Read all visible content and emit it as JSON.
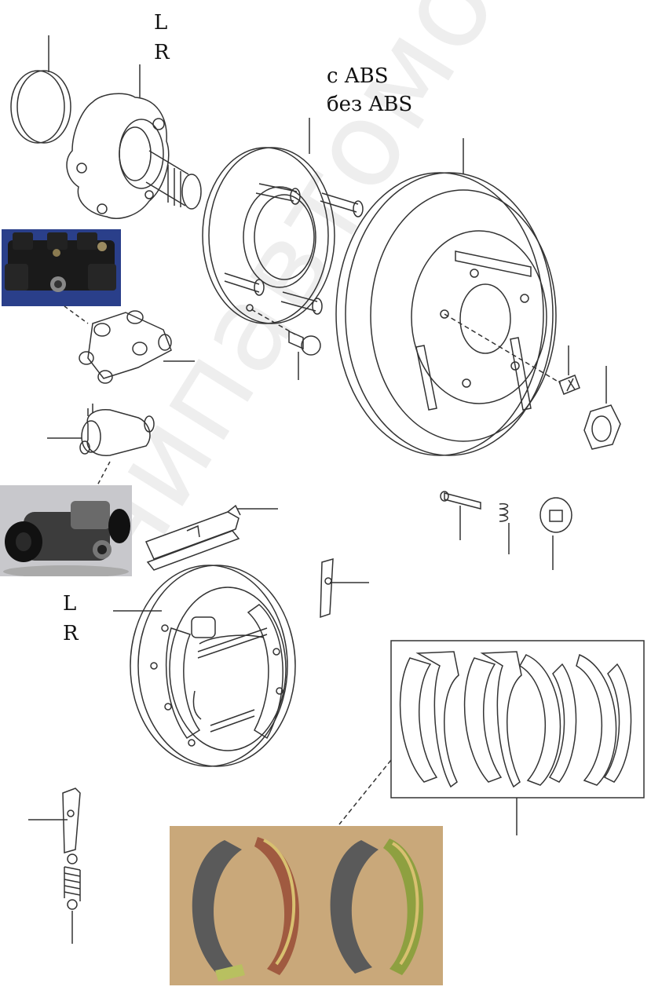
{
  "labels": {
    "hub_side_l": "L",
    "hub_side_r": "R",
    "abs_with": "с ABS",
    "abs_without": "без ABS",
    "plate_side_l": "L",
    "plate_side_r": "R"
  },
  "watermark": "чипавтомобиль.рф",
  "colors": {
    "line": "#333333",
    "photo_bg_dark": "#2a3f8a",
    "photo_bg_grey": "#c8c8cc",
    "cardboard": "#c9a87a",
    "lining": "#555555"
  }
}
